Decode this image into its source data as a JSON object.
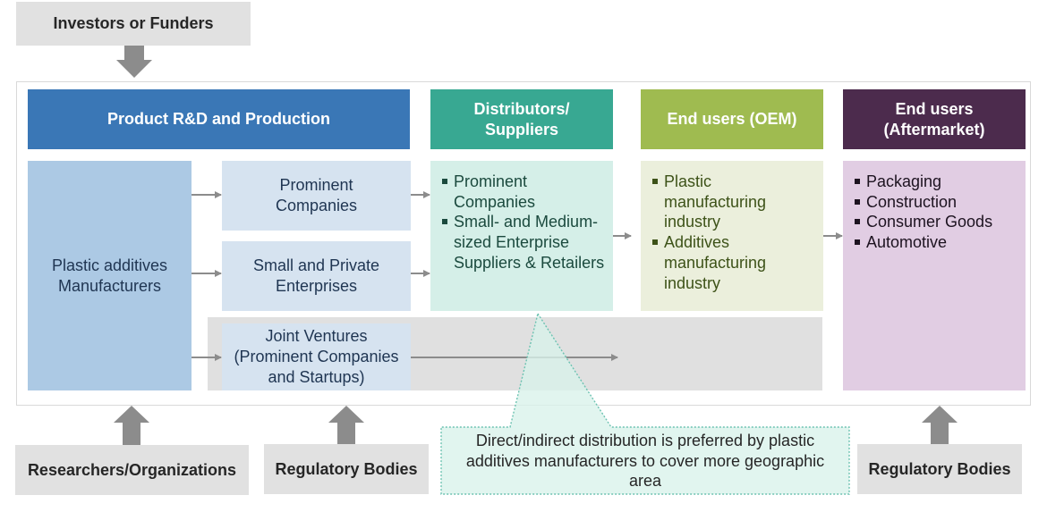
{
  "title": "Plastic additives market ecosystem",
  "top_stakeholder": {
    "label": "Investors or Funders",
    "icon": "arrow-down-icon"
  },
  "columns": {
    "production": {
      "header": "Product R&D and Production",
      "manufacturer": "Plastic additives Manufacturers",
      "segments": [
        {
          "label": "Prominent Companies"
        },
        {
          "label": "Small and Private Enterprises"
        },
        {
          "label": "Joint Ventures (Prominent Companies and Startups)"
        }
      ]
    },
    "distributors": {
      "header": "Distributors/ Suppliers",
      "items": [
        "Prominent Companies",
        "Small- and Medium-sized Enterprise Suppliers & Retailers"
      ]
    },
    "oem": {
      "header": "End users (OEM)",
      "items": [
        "Plastic manufacturing industry",
        "Additives manufacturing industry"
      ]
    },
    "aftermarket": {
      "header": "End users (Aftermarket)",
      "items": [
        "Packaging",
        "Construction",
        "Consumer Goods",
        "Automotive"
      ]
    }
  },
  "bottom_stakeholders": [
    {
      "label": "Researchers/Organizations",
      "icon": "arrow-up-icon"
    },
    {
      "label": "Regulatory Bodies",
      "icon": "arrow-up-icon"
    },
    {
      "label": "Regulatory Bodies",
      "icon": "arrow-up-icon"
    }
  ],
  "callout": {
    "text": "Direct/indirect distribution is preferred by plastic additives manufacturers to cover more geographic area"
  },
  "colors": {
    "production_header": "#3a77b6",
    "distributors_header": "#38a892",
    "oem_header": "#9fbb50",
    "aftermarket_header": "#4c2b4d",
    "stakeholder_box": "#e1e1e1",
    "arrow": "#8c8c8c"
  }
}
